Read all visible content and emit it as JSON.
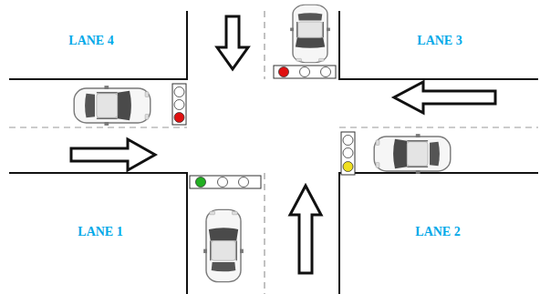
{
  "diagram": {
    "labels": [
      "LANE 4",
      "LANE 3",
      "LANE 1",
      "LANE 2"
    ]
  }
}
